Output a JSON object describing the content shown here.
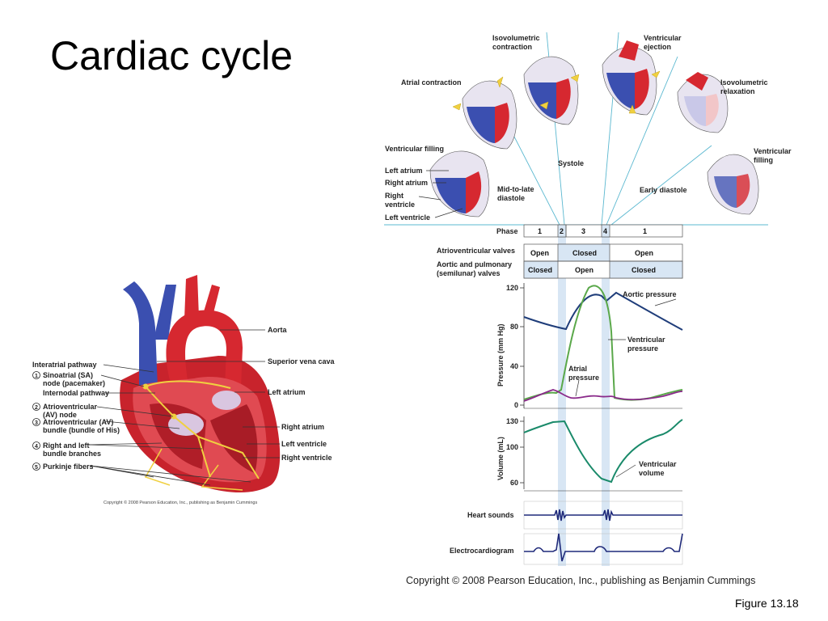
{
  "slide": {
    "title": "Cardiac cycle",
    "figure_number": "Figure 13.18",
    "copyright": "Copyright © 2008 Pearson Education, Inc., publishing as Benjamin Cummings"
  },
  "conduction": {
    "copyright": "Copyright © 2008 Pearson Education, Inc., publishing as Benjamin Cummings",
    "left_labels": {
      "interatrial": "Interatrial pathway",
      "sa_num": "1",
      "sa_1": "Sinoatrial (SA)",
      "sa_2": "node (pacemaker)",
      "internodal": "Internodal pathway",
      "av_num": "2",
      "av_1": "Atrioventricular",
      "av_2": "(AV) node",
      "bundle_num": "3",
      "bundle_1": "Atrioventricular (AV)",
      "bundle_2": "bundle (bundle of His)",
      "branches_num": "4",
      "branches_1": "Right and left",
      "branches_2": "bundle branches",
      "purkinje_num": "5",
      "purkinje": "Purkinje fibers"
    },
    "right_labels": {
      "aorta": "Aorta",
      "svc": "Superior vena cava",
      "left_atrium": "Left atrium",
      "right_atrium": "Right atrium",
      "left_ventricle": "Left ventricle",
      "right_ventricle": "Right ventricle"
    }
  },
  "cycle": {
    "stages": {
      "isovolumetric_contraction_1": "Isovolumetric",
      "isovolumetric_contraction_2": "contraction",
      "ventricular_ejection_1": "Ventricular",
      "ventricular_ejection_2": "ejection",
      "atrial_contraction": "Atrial contraction",
      "isovolumetric_relaxation_1": "Isovolumetric",
      "isovolumetric_relaxation_2": "relaxation",
      "ventricular_filling_left": "Ventricular filling",
      "ventricular_filling_right_1": "Ventricular",
      "ventricular_filling_right_2": "filling",
      "systole": "Systole",
      "mid_late_1": "Mid-to-late",
      "mid_late_2": "diastole",
      "early_diastole": "Early diastole"
    },
    "heart_labels": {
      "left_atrium": "Left atrium",
      "right_atrium": "Right atrium",
      "right_ventricle_1": "Right",
      "right_ventricle_2": "ventricle",
      "left_ventricle": "Left ventricle"
    },
    "table": {
      "phase_label": "Phase",
      "phases": [
        "1",
        "2",
        "3",
        "4",
        "1"
      ],
      "av_label": "Atrioventricular valves",
      "av_values": [
        "Open",
        "Closed",
        "Open"
      ],
      "semi_label_1": "Aortic and pulmonary",
      "semi_label_2": "(semilunar) valves",
      "semi_values": [
        "Closed",
        "Open",
        "Closed"
      ]
    },
    "pressure_chart": {
      "ylabel": "Pressure (mm Hg)",
      "yticks": [
        "0",
        "40",
        "80",
        "120"
      ],
      "ylim": [
        0,
        120
      ],
      "aortic_label": "Aortic pressure",
      "ventricular_label_1": "Ventricular",
      "ventricular_label_2": "pressure",
      "atrial_label_1": "Atrial",
      "atrial_label_2": "pressure",
      "colors": {
        "aortic": "#1f3d7a",
        "ventricular": "#5aa84a",
        "atrial": "#8a2a8a"
      }
    },
    "volume_chart": {
      "ylabel": "Volume (mL)",
      "yticks": [
        "60",
        "100",
        "130"
      ],
      "ylim": [
        50,
        135
      ],
      "curve_label_1": "Ventricular",
      "curve_label_2": "volume",
      "color": "#1a8a6a"
    },
    "heart_sounds_label": "Heart sounds",
    "ecg_label": "Electrocardiogram"
  }
}
